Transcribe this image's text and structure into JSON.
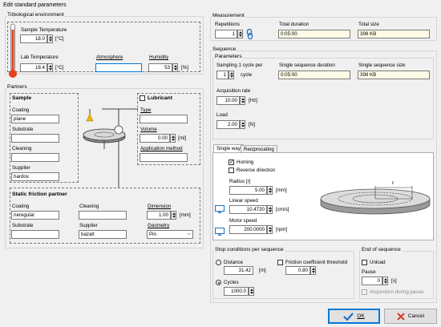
{
  "window": {
    "title": "Edit standard parameters"
  },
  "tribo": {
    "group_label": "Tribological environment",
    "sample_temp_label": "Sample Temperature",
    "sample_temp_value": "18.0",
    "sample_temp_unit": "[°C]",
    "lab_temp_label": "Lab Temperature",
    "lab_temp_value": "18.4",
    "lab_temp_unit": "[°C]",
    "atmosphere_label": "Atmosphere",
    "atmosphere_value": "",
    "humidity_label": "Humidity",
    "humidity_value": "53",
    "humidity_unit": "[%]"
  },
  "partners": {
    "group_label": "Partners",
    "sample": {
      "title": "Sample",
      "coating_label": "Coating",
      "coating_value": "plane",
      "substrate_label": "Substrate",
      "substrate_value": "",
      "cleaning_label": "Cleaning",
      "cleaning_value": "",
      "supplier_label": "Supplier",
      "supplier_value": "hardox"
    },
    "lubricant": {
      "title": "Lubricant",
      "type_label": "Type",
      "type_value": "",
      "volume_label": "Volume",
      "volume_value": "0.00",
      "volume_unit": "[ml]",
      "app_method_label": "Application method",
      "app_method_value": ""
    },
    "static": {
      "title": "Static friction partner",
      "coating_label": "Coating",
      "coating_value": "neregulat",
      "cleaning_label": "Cleaning",
      "cleaning_value": "",
      "dimension_label": "Dimension",
      "dimension_value": "1.00",
      "dimension_unit": "[mm]",
      "substrate_label": "Substrate",
      "substrate_value": "",
      "supplier_label": "Supplier",
      "supplier_value": "bazalt",
      "geometry_label": "Geometry",
      "geometry_value": "Pin"
    }
  },
  "measurement": {
    "group_label": "Measurement",
    "repetitions_label": "Repetitions",
    "repetitions_value": "1",
    "total_duration_label": "Total duration",
    "total_duration_value": "0:05:00",
    "total_size_label": "Total size",
    "total_size_value": "398 KB"
  },
  "sequence": {
    "group_label": "Sequence",
    "params_label": "Parameters",
    "sampling_label": "Sampling 1 cycle per",
    "sampling_value": "1",
    "sampling_unit": "cycle",
    "single_duration_label": "Single sequence duration",
    "single_duration_value": "0:05:00",
    "single_size_label": "Single sequence size",
    "single_size_value": "398 KB",
    "acq_rate_label": "Acquisition rate",
    "acq_rate_value": "10.00",
    "acq_rate_unit": "[Hz]",
    "load_label": "Load",
    "load_value": "2.00",
    "load_unit": "[N]"
  },
  "tabs": {
    "single_way": "Single way",
    "reciprocating": "Reciprocating"
  },
  "single_way": {
    "homing_label": "Homing",
    "reverse_label": "Reverse direction",
    "radius_label": "Radius [r]",
    "radius_value": "5.00",
    "radius_unit": "[mm]",
    "linear_label": "Linear speed",
    "linear_value": "10.4720",
    "linear_unit": "[cm/s]",
    "motor_label": "Motor speed",
    "motor_value": "200.0000",
    "motor_unit": "[rpm]",
    "disc_r_label": "r"
  },
  "stop": {
    "group_label": "Stop conditions per sequence",
    "distance_label": "Distance",
    "distance_value": "31.42",
    "distance_unit": "[m]",
    "friction_label": "Friction coefficient threshold",
    "friction_value": "0.80",
    "cycles_label": "Cycles",
    "cycles_value": "1000.0"
  },
  "end": {
    "group_label": "End of sequence",
    "unload_label": "Unload",
    "pause_label": "Pause",
    "pause_value": "0",
    "pause_unit": "[s]",
    "acq_pause_label": "Acquisition during pause"
  },
  "buttons": {
    "ok": "OK",
    "cancel": "Cancel"
  },
  "colors": {
    "accent": "#0078d7",
    "thermo_red": "#e8401c",
    "ok_check": "#1e6fbf",
    "cancel_x": "#d83b2b"
  }
}
